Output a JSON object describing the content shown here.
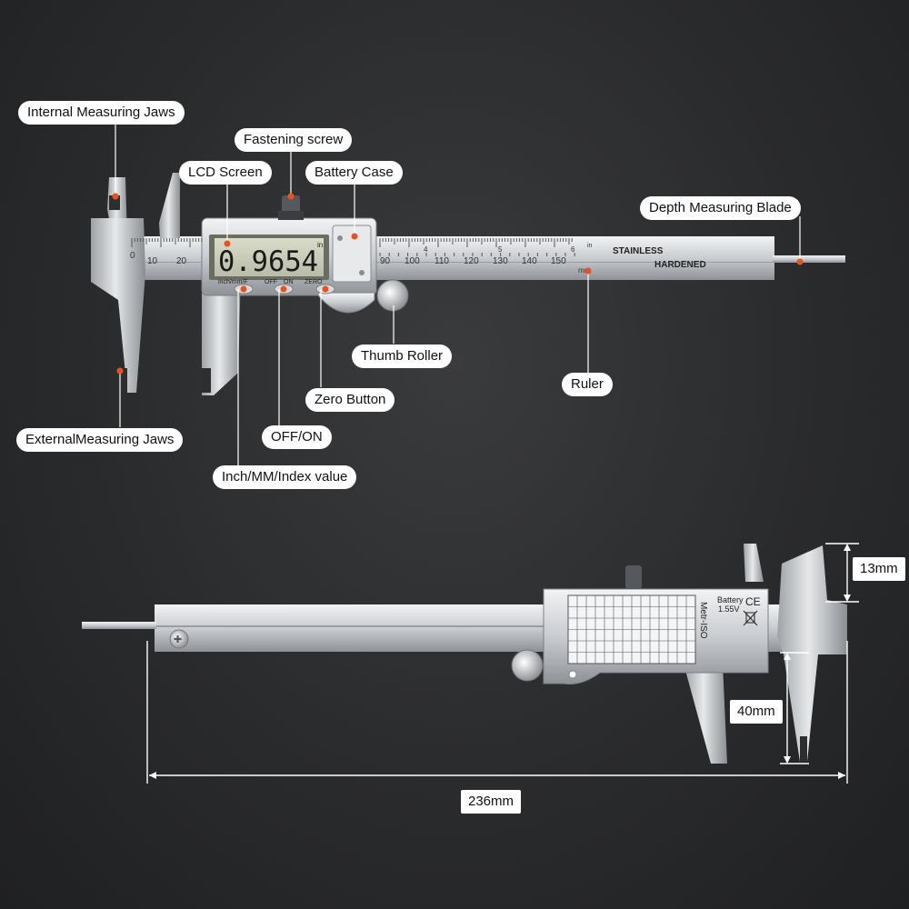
{
  "labels": {
    "internal_jaws": "Internal Measuring Jaws",
    "fastening_screw": "Fastening screw",
    "lcd_screen": "LCD Screen",
    "battery_case": "Battery Case",
    "depth_blade": "Depth Measuring Blade",
    "thumb_roller": "Thumb Roller",
    "ruler": "Ruler",
    "zero_button": "Zero Button",
    "external_jaws": "ExternalMeasuring Jaws",
    "off_on": "OFF/ON",
    "inch_mm": "Inch/MM/Index value"
  },
  "display": {
    "reading": "0.9654",
    "unit": "in",
    "btn_mode": "inch/mm/F",
    "btn_off": "OFF",
    "btn_on": "ON",
    "btn_zero": "ZERO"
  },
  "ruler": {
    "mm_ticks": [
      "0",
      "10",
      "20",
      "90",
      "100",
      "110",
      "120",
      "130",
      "140",
      "150"
    ],
    "in_ticks": [
      "4",
      "5",
      "6"
    ],
    "in_unit": "in",
    "mm_unit": "mm",
    "text_stainless": "STAINLESS",
    "text_hardened": "HARDENED"
  },
  "back": {
    "battery_text": "Battery",
    "battery_voltage": "1.55V",
    "ce_mark": "CE",
    "table_title": "Metr-ISO"
  },
  "dimensions": {
    "height_jaw": "13mm",
    "depth_jaw": "40mm",
    "total_length": "236mm"
  },
  "colors": {
    "accent_dot": "#e8521e",
    "background": "#2a2b2d",
    "steel": "#c9ccd0"
  }
}
